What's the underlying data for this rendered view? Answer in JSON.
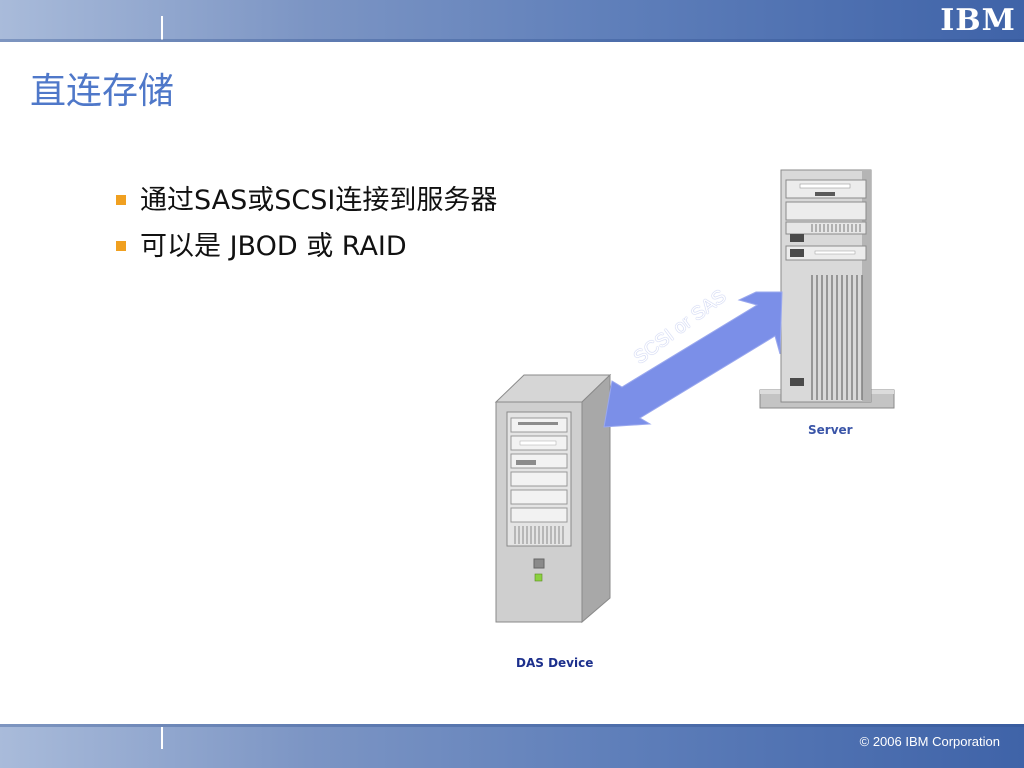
{
  "header": {
    "logo_text": "IBM"
  },
  "slide": {
    "title": "直连存储",
    "bullets": [
      "通过SAS或SCSI连接到服务器",
      "可以是 JBOD 或 RAID"
    ]
  },
  "diagram": {
    "server_label": "Server",
    "das_label": "DAS Device",
    "connection_label": "SCSI or SAS",
    "arrow_color": "#7b8fe8",
    "bullet_color": "#f0a020",
    "title_color": "#4f78c9"
  },
  "footer": {
    "copyright": "© 2006 IBM Corporation"
  }
}
